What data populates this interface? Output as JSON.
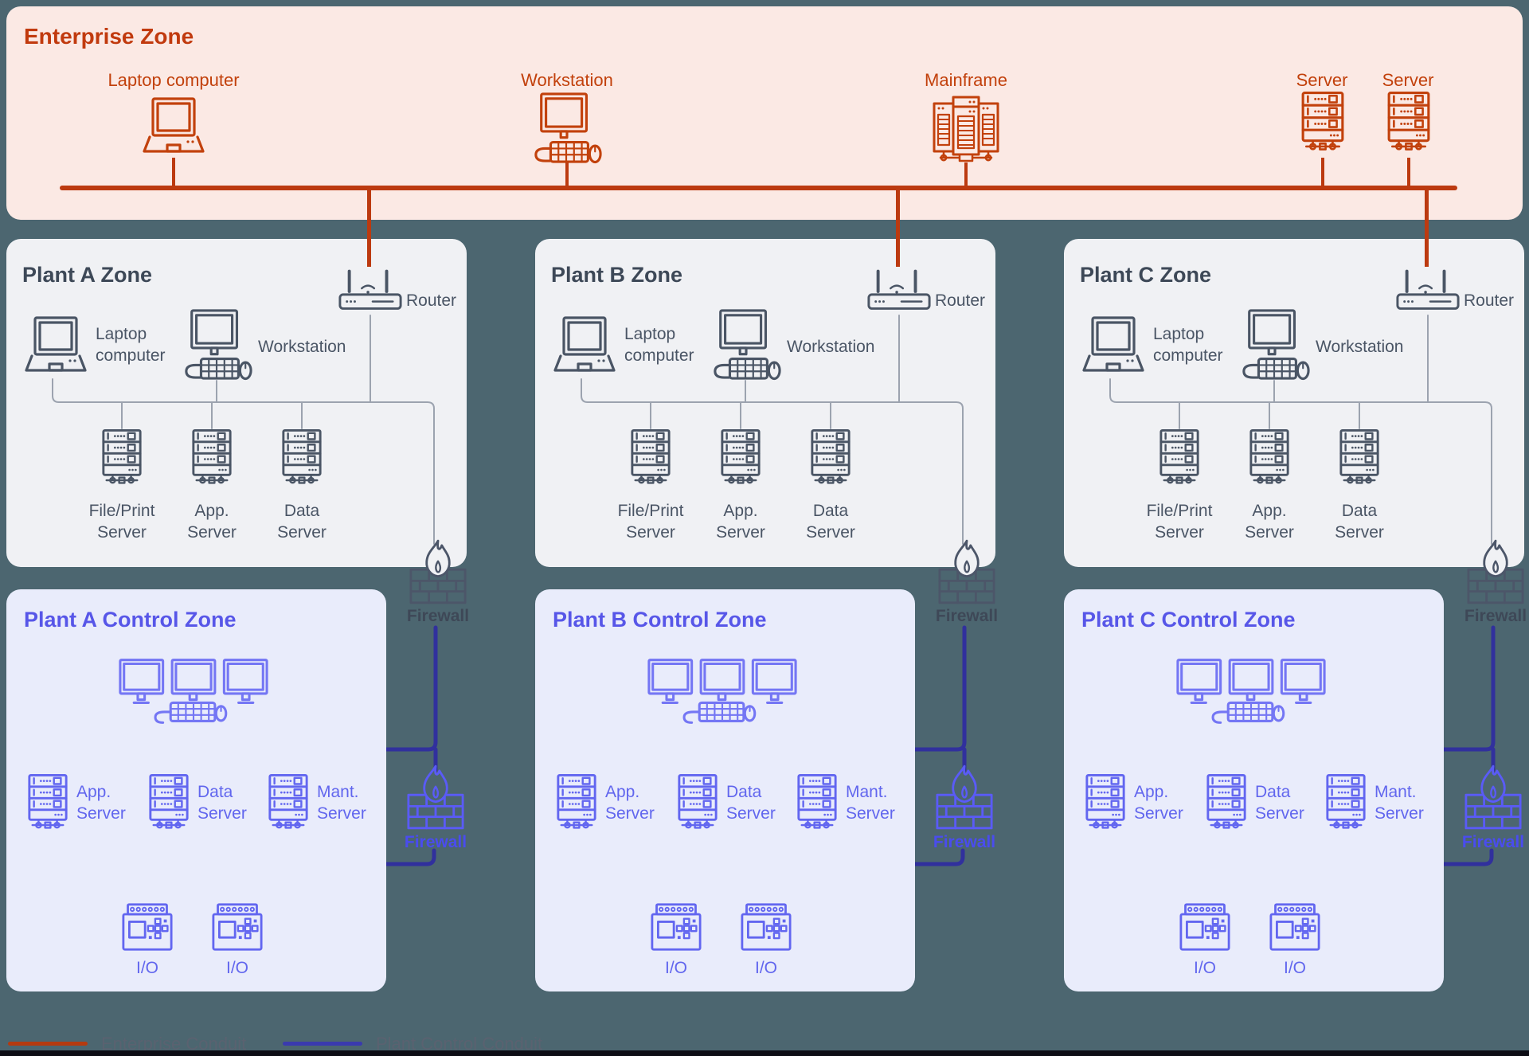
{
  "colors": {
    "background_teal": "#4C6670",
    "enterprise_bg": "#FBE9E4",
    "enterprise_accent": "#C2410C",
    "enterprise_conduit": "#BC3A10",
    "plant_zone_bg": "#F0F1F4",
    "plant_zone_text": "#3D4857",
    "control_zone_bg": "#E9ECFB",
    "control_zone_accent": "#5756E8",
    "control_conduit_navy": "#31309D",
    "firewall_purple": "#5A5BF7",
    "firewall_slate": "#4C5669"
  },
  "enterprise": {
    "title": "Enterprise Zone",
    "devices": [
      {
        "icon": "laptop-icon",
        "label": "Laptop computer"
      },
      {
        "icon": "workstation-icon",
        "label": "Workstation"
      },
      {
        "icon": "mainframe-icon",
        "label": "Mainframe"
      },
      {
        "icon": "server-icon",
        "label": "Server"
      },
      {
        "icon": "server-icon",
        "label": "Server"
      }
    ]
  },
  "plants": [
    {
      "zone_title": "Plant A Zone",
      "control_title": "Plant A Control Zone"
    },
    {
      "zone_title": "Plant B Zone",
      "control_title": "Plant B Control Zone"
    },
    {
      "zone_title": "Plant C Zone",
      "control_title": "Plant C Control Zone"
    }
  ],
  "shared": {
    "router": "Router",
    "laptop": "Laptop\ncomputer",
    "workstation": "Workstation",
    "pz_servers": [
      "File/Print\nServer",
      "App.\nServer",
      "Data\nServer"
    ],
    "cz_servers": [
      "App.\nServer",
      "Data\nServer",
      "Mant.\nServer"
    ],
    "io": "I/O",
    "firewall": "Firewall"
  },
  "legend": {
    "items": [
      {
        "label": "Enterprise Conduit",
        "color": "#B43A10"
      },
      {
        "label": "Plant Control Conduit",
        "color": "#3A3AAE"
      }
    ]
  }
}
